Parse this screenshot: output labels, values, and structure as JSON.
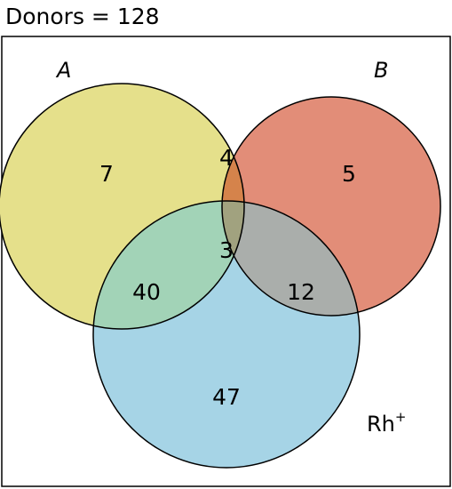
{
  "title": "Donors = 128",
  "sets": {
    "a": {
      "name": "A",
      "color": "#e5e08b"
    },
    "b": {
      "name": "B",
      "color": "#e28d78"
    },
    "rh": {
      "name": "Rh",
      "superscript": "+",
      "color": "#a6d4e6"
    }
  },
  "region_colors": {
    "a_b": "#d5834b",
    "a_rh": "#a2d3b7",
    "b_rh": "#aaaeab",
    "a_b_rh": "#a1a27f"
  },
  "regions": {
    "a_only": "7",
    "b_only": "5",
    "a_b": "4",
    "a_b_rh": "3",
    "a_rh": "40",
    "b_rh": "12",
    "rh_only": "47"
  }
}
